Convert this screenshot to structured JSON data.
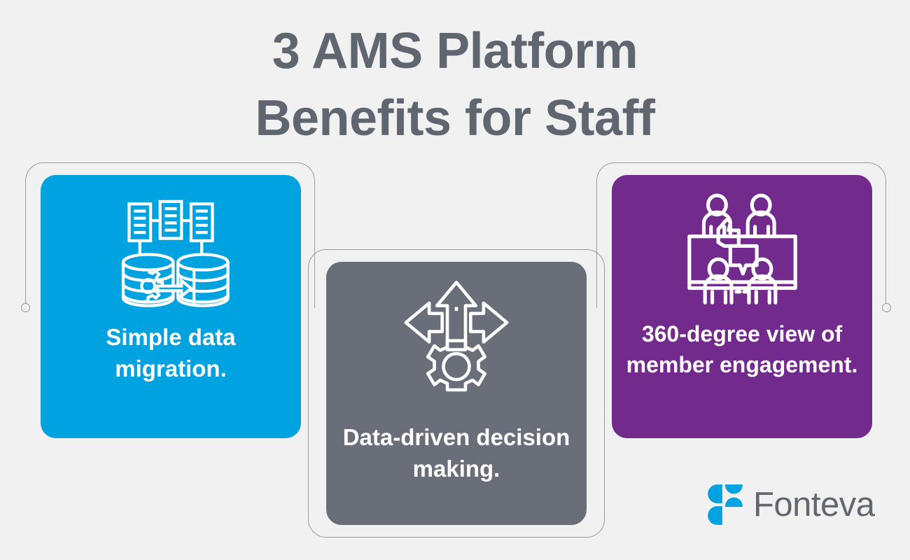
{
  "background_color": "#f1f1f1",
  "header": {
    "title_line_1": "3 AMS Platform",
    "title_line_2": "Benefits for Staff",
    "title_full": "3 AMS Platform Benefits for Staff",
    "title_color": "#60666f"
  },
  "cards": [
    {
      "id": "simple-data-migration",
      "label": "Simple data migration.",
      "color": "#01a2e0",
      "icon": "database-migration-icon",
      "text_color": "#ffffff"
    },
    {
      "id": "data-driven-decision-making",
      "label": "Data-driven decision making.",
      "color": "#696e78",
      "icon": "multi-direction-arrows-gear-icon",
      "text_color": "#ffffff"
    },
    {
      "id": "360-degree-member-engagement",
      "label": "360-degree view of member engagement.",
      "color": "#722a8c",
      "icon": "team-meeting-icon",
      "text_color": "#ffffff"
    }
  ],
  "brand": {
    "logo_mark": "fonteva-f-mark-icon",
    "wordmark": "Fonteva",
    "mark_color": "#01a2e0",
    "wordmark_color": "#63686f"
  },
  "decor": {
    "bracket_color": "#9a9a9a",
    "bracket_dot": "bracket-endpoint-dot"
  }
}
